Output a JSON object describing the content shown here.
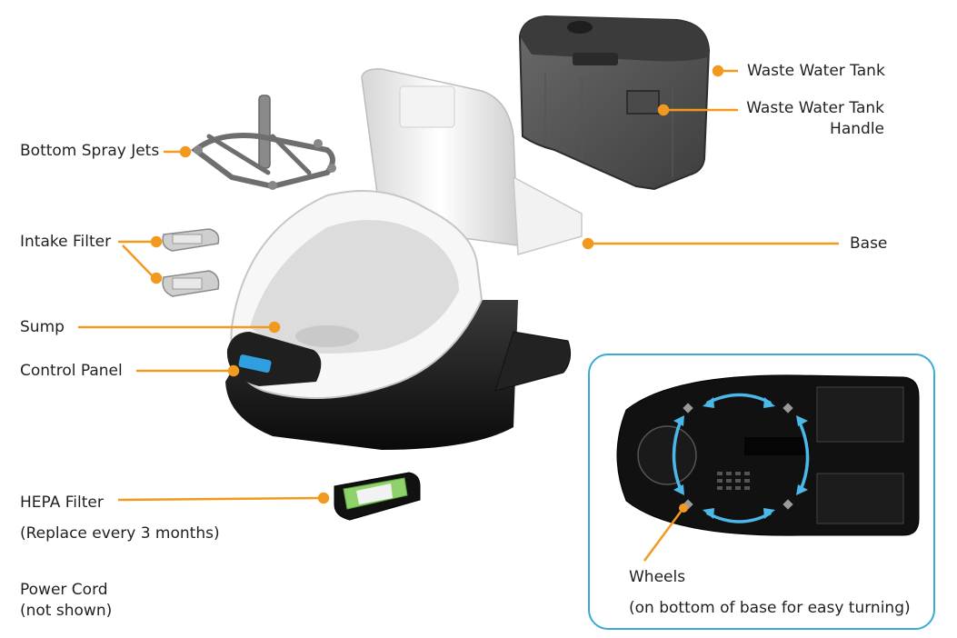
{
  "colors": {
    "leader": "#f29a1f",
    "inset_border": "#3aa9d8",
    "arrows": "#4bb8e8",
    "text": "#231f20"
  },
  "labels": {
    "waste_tank": "Waste Water Tank",
    "waste_tank_handle_1": "Waste Water Tank",
    "waste_tank_handle_2": "Handle",
    "base": "Base",
    "bottom_spray_jets": "Bottom Spray Jets",
    "intake_filter": "Intake Filter",
    "sump": "Sump",
    "control_panel": "Control Panel",
    "hepa_filter": "HEPA Filter",
    "hepa_note": "(Replace every 3 months)",
    "power_cord_1": "Power Cord",
    "power_cord_2": "(not shown)",
    "wheels": "Wheels",
    "wheels_note": "(on bottom of base for easy turning)"
  }
}
